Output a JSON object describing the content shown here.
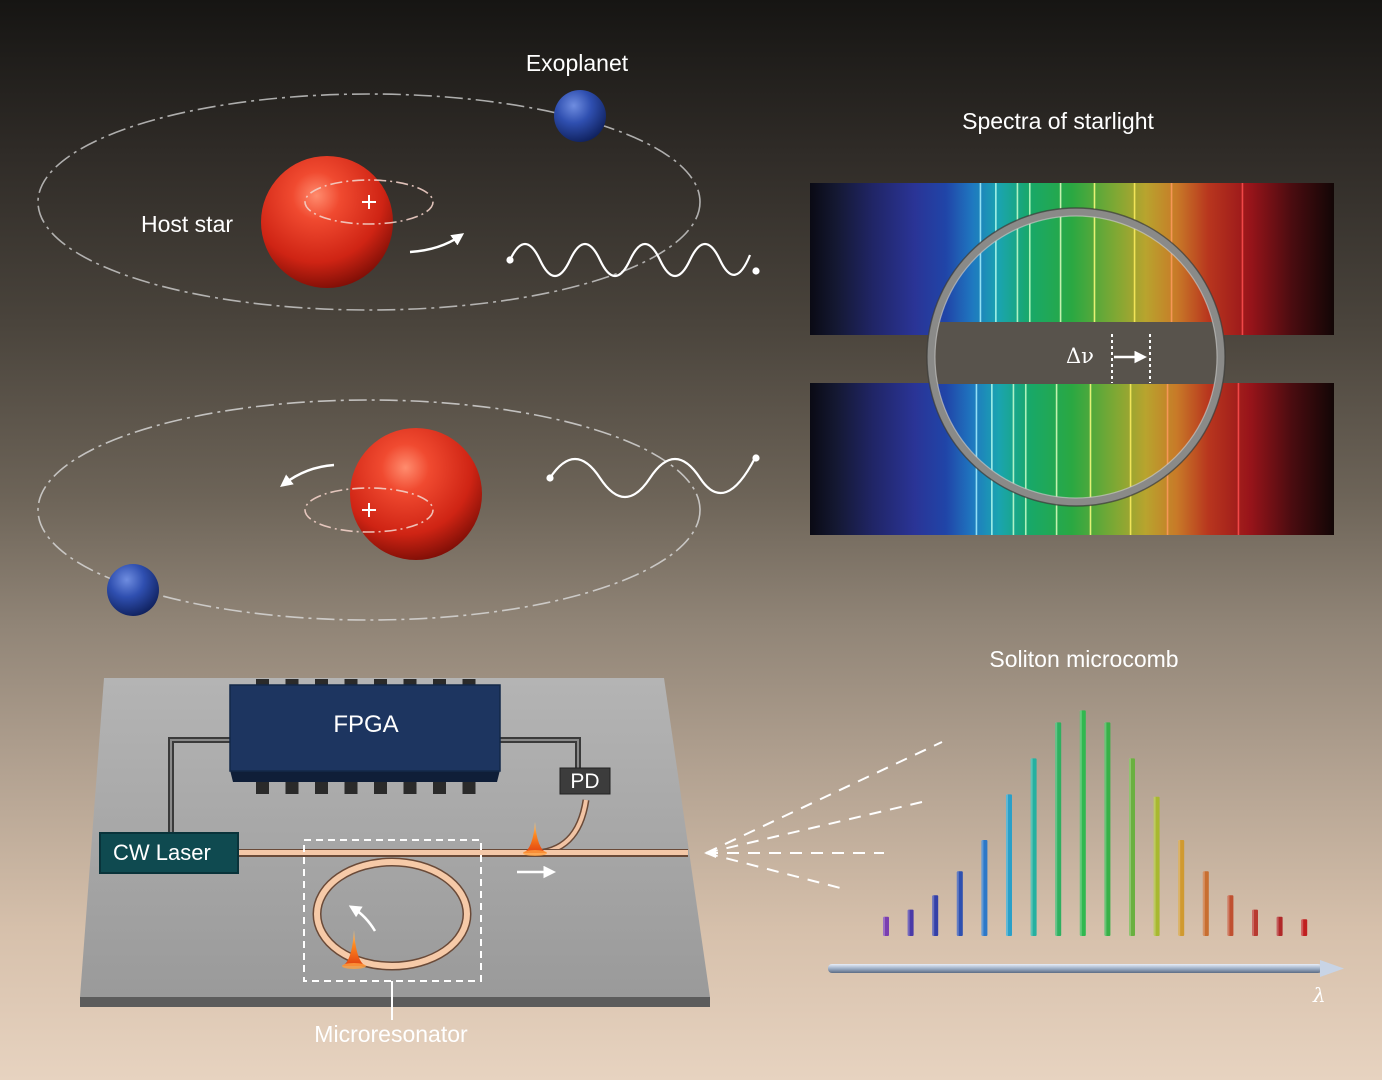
{
  "labels": {
    "exoplanet": "Exoplanet",
    "host_star": "Host star",
    "spectra_title": "Spectra of starlight",
    "delta_nu": "Δν",
    "fpga": "FPGA",
    "pd": "PD",
    "cw_laser": "CW Laser",
    "microresonator": "Microresonator",
    "soliton_title": "Soliton microcomb",
    "lambda_axis": "λ"
  },
  "colors": {
    "star": "#e0301e",
    "planet": "#2b4fb0",
    "chip": "#a3a3a3",
    "fpga": "#1d3560",
    "laser_box": "#0f4a50",
    "waveguide": "#f2c4a4"
  },
  "spectrum": {
    "absorption_lines_nm": [
      {
        "nm": 488,
        "color": "#a8f0ff"
      },
      {
        "nm": 498,
        "color": "#b8fff0"
      },
      {
        "nm": 512,
        "color": "#c8ffd0"
      },
      {
        "nm": 520,
        "color": "#c8ffc8"
      },
      {
        "nm": 540,
        "color": "#e0ffc0"
      },
      {
        "nm": 562,
        "color": "#ffff80"
      },
      {
        "nm": 588,
        "color": "#fff060"
      },
      {
        "nm": 612,
        "color": "#ff9a60"
      },
      {
        "nm": 658,
        "color": "#ff5050"
      }
    ],
    "doppler_shift_direction": "right"
  },
  "comb": {
    "relative_amplitudes": [
      0.08,
      0.11,
      0.17,
      0.27,
      0.4,
      0.59,
      0.74,
      0.89,
      0.94,
      0.89,
      0.74,
      0.58,
      0.4,
      0.27,
      0.17,
      0.11,
      0.08,
      0.07
    ],
    "colors": [
      "#7a3fb0",
      "#4a3aa8",
      "#3440a8",
      "#2e50b0",
      "#2d78c8",
      "#2aa0c8",
      "#25b0a0",
      "#2eb060",
      "#30b850",
      "#38b048",
      "#6ab040",
      "#a8b830",
      "#d09a30",
      "#c86e30",
      "#c05030",
      "#b83a30",
      "#b02828",
      "#c02020"
    ]
  }
}
